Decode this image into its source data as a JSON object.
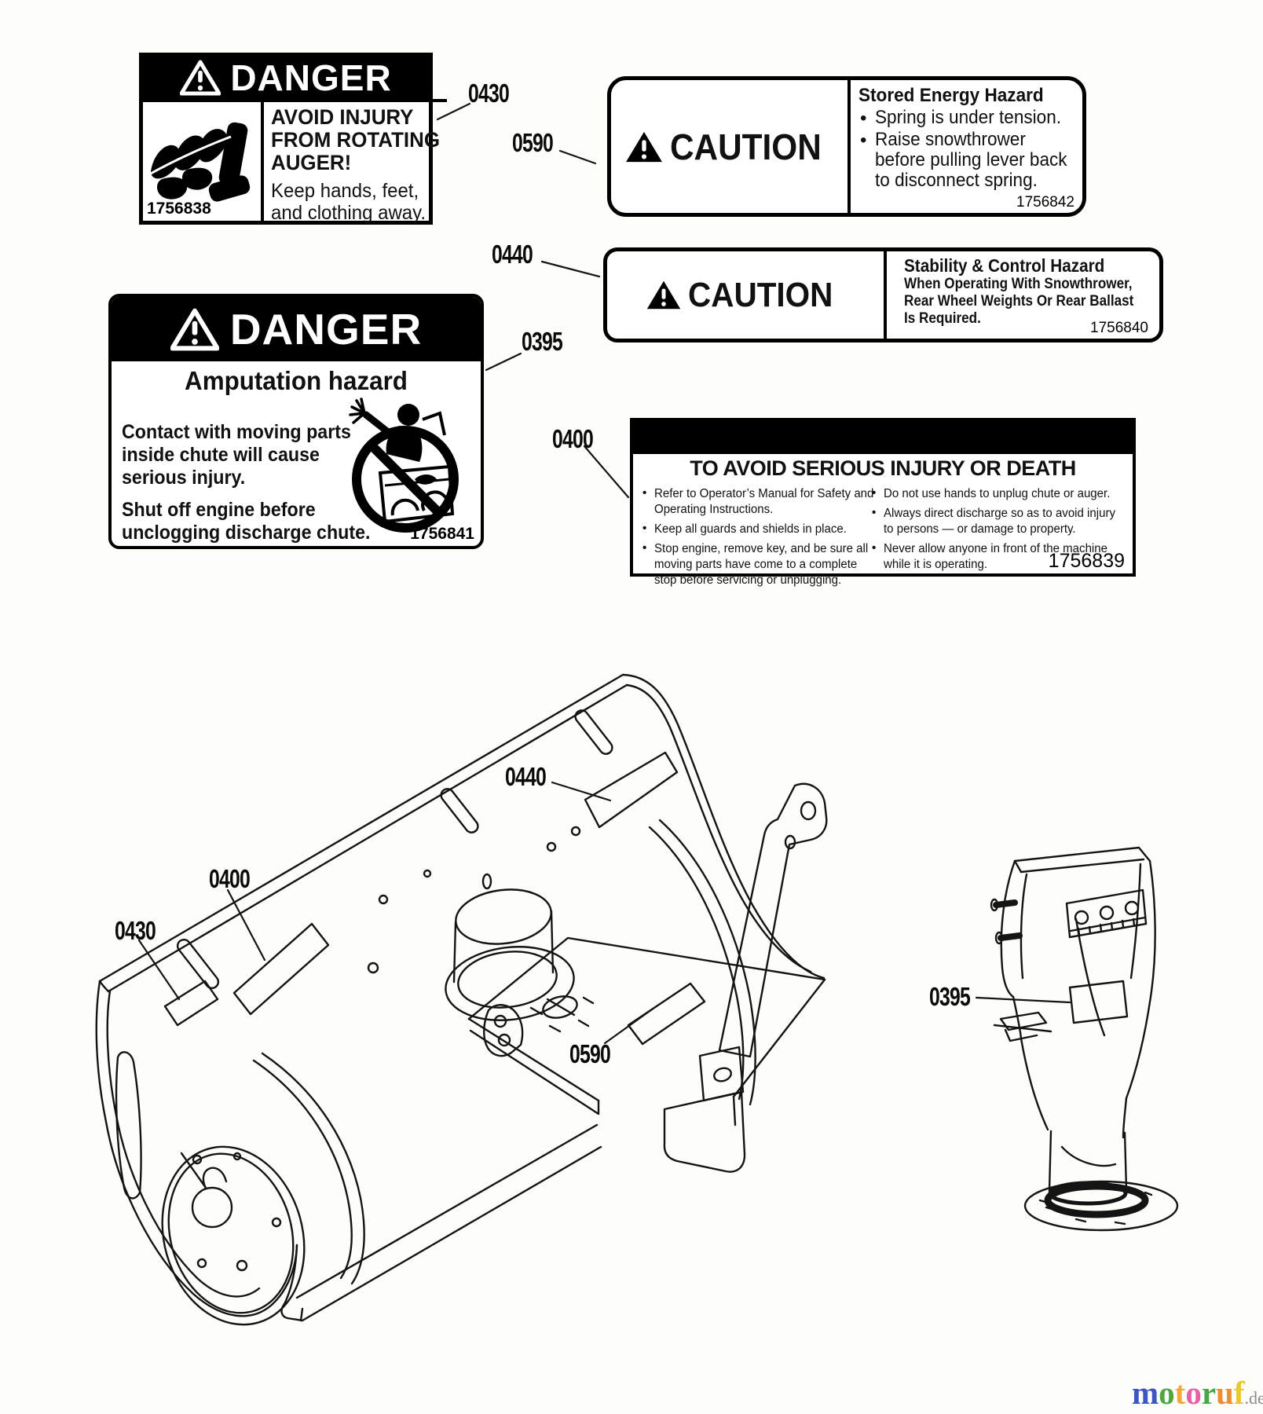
{
  "ui": {
    "bullet": "•"
  },
  "labels": {
    "danger_auger": {
      "title": "DANGER",
      "part_number": "1756838",
      "heading_lines": [
        "AVOID INJURY",
        "FROM ROTATING",
        "AUGER!"
      ],
      "body_lines": [
        "Keep hands, feet,",
        "and clothing away."
      ]
    },
    "caution_stored_energy": {
      "title": "CAUTION",
      "part_number": "1756842",
      "heading": "Stored Energy Hazard",
      "bullet1": "Spring is under tension.",
      "bullet2_lines": [
        "Raise snowthrower",
        "before pulling lever back",
        "to disconnect spring."
      ]
    },
    "caution_stability": {
      "title": "CAUTION",
      "part_number": "1756840",
      "heading": "Stability & Control Hazard",
      "body_lines": [
        "When Operating With Snowthrower,",
        "Rear Wheel Weights Or Rear Ballast",
        "Is Required."
      ]
    },
    "danger_amputation": {
      "title": "DANGER",
      "part_number": "1756841",
      "heading": "Amputation hazard",
      "para1_lines": [
        "Contact with moving parts",
        "inside chute will cause",
        "serious injury."
      ],
      "para2_lines": [
        "Shut off engine before",
        "unclogging discharge chute."
      ]
    },
    "avoid_injury": {
      "title": "TO AVOID SERIOUS INJURY OR DEATH",
      "part_number": "1756839",
      "left_bullets": [
        [
          "Refer to Operator’s Manual for Safety and",
          "Operating Instructions."
        ],
        [
          "Keep all guards and shields in place."
        ],
        [
          "Stop engine, remove key, and be sure all",
          "moving parts have come to a complete",
          "stop before servicing or unplugging."
        ]
      ],
      "right_bullets": [
        [
          "Do not use hands to unplug chute or auger."
        ],
        [
          "Always direct discharge so as to avoid injury",
          "to persons — or damage to property."
        ],
        [
          "Never allow anyone in front of the machine",
          "while it is operating."
        ]
      ]
    }
  },
  "callouts": {
    "label_0430": "0430",
    "label_0590": "0590",
    "label_0440": "0440",
    "label_0395": "0395",
    "label_0400": "0400",
    "diag_0440": "0440",
    "diag_0400": "0400",
    "diag_0430": "0430",
    "diag_0590": "0590",
    "diag_0395": "0395"
  },
  "watermark": {
    "letters": [
      {
        "ch": "m",
        "color": "#3c55c8"
      },
      {
        "ch": "o",
        "color": "#4ea83e"
      },
      {
        "ch": "t",
        "color": "#f2a93b"
      },
      {
        "ch": "o",
        "color": "#e85fa8"
      },
      {
        "ch": "r",
        "color": "#47a747"
      },
      {
        "ch": "u",
        "color": "#ef8d33"
      },
      {
        "ch": "f",
        "color": "#edc52f"
      }
    ],
    "suffix": ".de",
    "suffix_color": "#8a8a86"
  }
}
